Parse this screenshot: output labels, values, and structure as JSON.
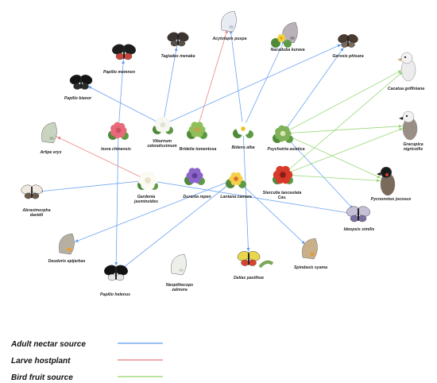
{
  "legend": [
    {
      "label": "Adult nectar source",
      "color": "#5b9bf0"
    },
    {
      "label": "Larve hostplant",
      "color": "#e87a7a"
    },
    {
      "label": "Bird fruit source",
      "color": "#8fd46a"
    }
  ],
  "butterflies": [
    {
      "id": "acytolepis",
      "label": "Acytolepis puspa",
      "icon": "pale-blue-butterfly-icon"
    },
    {
      "id": "tagiades",
      "label": "Tagiades menaka",
      "icon": "dark-skipper-butterfly-icon"
    },
    {
      "id": "nacaduba",
      "label": "Nacaduba kurava",
      "icon": "blue-butterfly-on-flower-icon"
    },
    {
      "id": "gerosis",
      "label": "Gerosis phisara",
      "icon": "brown-skipper-butterfly-icon"
    },
    {
      "id": "memnon",
      "label": "Papilio memnon",
      "icon": "swallowtail-butterfly-icon"
    },
    {
      "id": "bianor",
      "label": "Papilio bianor",
      "icon": "black-swallowtail-butterfly-icon"
    },
    {
      "id": "arhopala",
      "label": "Artipe eryx",
      "icon": "green-hairstreak-butterfly-icon"
    },
    {
      "id": "abraximorpha",
      "label": "Abraximorpha davidii",
      "icon": "white-skipper-butterfly-icon"
    },
    {
      "id": "deudorix",
      "label": "Deudorix epijarbas",
      "icon": "orange-hairstreak-butterfly-icon"
    },
    {
      "id": "helenus",
      "label": "Papilio helenus",
      "icon": "helen-swallowtail-butterfly-icon"
    },
    {
      "id": "neopithecops",
      "label": "Neopithecops zalmora",
      "icon": "white-lycaenid-butterfly-icon"
    },
    {
      "id": "delias",
      "label": "Delias pasithoe",
      "icon": "jezebel-butterfly-icon"
    },
    {
      "id": "spindasis",
      "label": "Spindasis syama",
      "icon": "silverline-butterfly-icon"
    },
    {
      "id": "ideopsis",
      "label": "Ideopsis similis",
      "icon": "glassy-tiger-butterfly-icon"
    }
  ],
  "birds": [
    {
      "id": "cacatua",
      "label": "Cacatua goffiniana",
      "icon": "cockatoo-bird-icon"
    },
    {
      "id": "gracupica",
      "label": "Gracupica nigricollis",
      "icon": "starling-bird-icon"
    },
    {
      "id": "pycnonotus",
      "label": "Pycnonotus jocosus",
      "icon": "bulbul-bird-icon"
    }
  ],
  "plants": [
    {
      "id": "ixora",
      "label": "Ixora chinensis",
      "icon": "pink-ixora-flower-icon"
    },
    {
      "id": "viburnum",
      "label": "Viburnum odoratissimum",
      "icon": "white-flower-cluster-icon"
    },
    {
      "id": "bridelia",
      "label": "Bridelia tomentosa",
      "icon": "green-leafy-plant-icon"
    },
    {
      "id": "bidens",
      "label": "Bidens alba",
      "icon": "white-daisy-icon"
    },
    {
      "id": "psychotria",
      "label": "Psychotria asiatica",
      "icon": "green-shrub-icon"
    },
    {
      "id": "gardenia",
      "label": "Gardenia jasminoides",
      "icon": "white-gardenia-icon"
    },
    {
      "id": "duranta",
      "label": "Duranta repen",
      "icon": "purple-flower-icon"
    },
    {
      "id": "lantana",
      "label": "Lantana camara",
      "icon": "lantana-flower-icon"
    },
    {
      "id": "sterculia",
      "label": "Sterculia lanceolata Cav.",
      "icon": "red-fruit-icon"
    }
  ],
  "edges": [
    {
      "from": "ixora",
      "to": "memnon",
      "type": "nectar"
    },
    {
      "from": "ixora",
      "to": "helenus",
      "type": "nectar"
    },
    {
      "from": "viburnum",
      "to": "bianor",
      "type": "nectar"
    },
    {
      "from": "viburnum",
      "to": "tagiades",
      "type": "nectar"
    },
    {
      "from": "viburnum",
      "to": "gerosis",
      "type": "nectar"
    },
    {
      "from": "bridelia",
      "to": "acytolepis",
      "type": "host"
    },
    {
      "from": "bidens",
      "to": "acytolepis",
      "type": "nectar"
    },
    {
      "from": "bidens",
      "to": "nacaduba",
      "type": "nectar"
    },
    {
      "from": "bidens",
      "to": "delias",
      "type": "nectar"
    },
    {
      "from": "psychotria",
      "to": "gerosis",
      "type": "nectar"
    },
    {
      "from": "psychotria",
      "to": "ideopsis",
      "type": "nectar"
    },
    {
      "from": "psychotria",
      "to": "cacatua",
      "type": "bird"
    },
    {
      "from": "psychotria",
      "to": "gracupica",
      "type": "bird"
    },
    {
      "from": "psychotria",
      "to": "pycnonotus",
      "type": "bird"
    },
    {
      "from": "sterculia",
      "to": "cacatua",
      "type": "bird"
    },
    {
      "from": "sterculia",
      "to": "gracupica",
      "type": "bird"
    },
    {
      "from": "sterculia",
      "to": "pycnonotus",
      "type": "bird"
    },
    {
      "from": "gardenia",
      "to": "arhopala",
      "type": "host"
    },
    {
      "from": "gardenia",
      "to": "abraximorpha",
      "type": "nectar"
    },
    {
      "from": "gardenia",
      "to": "ideopsis",
      "type": "nectar"
    },
    {
      "from": "lantana",
      "to": "helenus",
      "type": "nectar"
    },
    {
      "from": "lantana",
      "to": "deudorix",
      "type": "nectar"
    },
    {
      "from": "lantana",
      "to": "spindasis",
      "type": "nectar"
    }
  ]
}
